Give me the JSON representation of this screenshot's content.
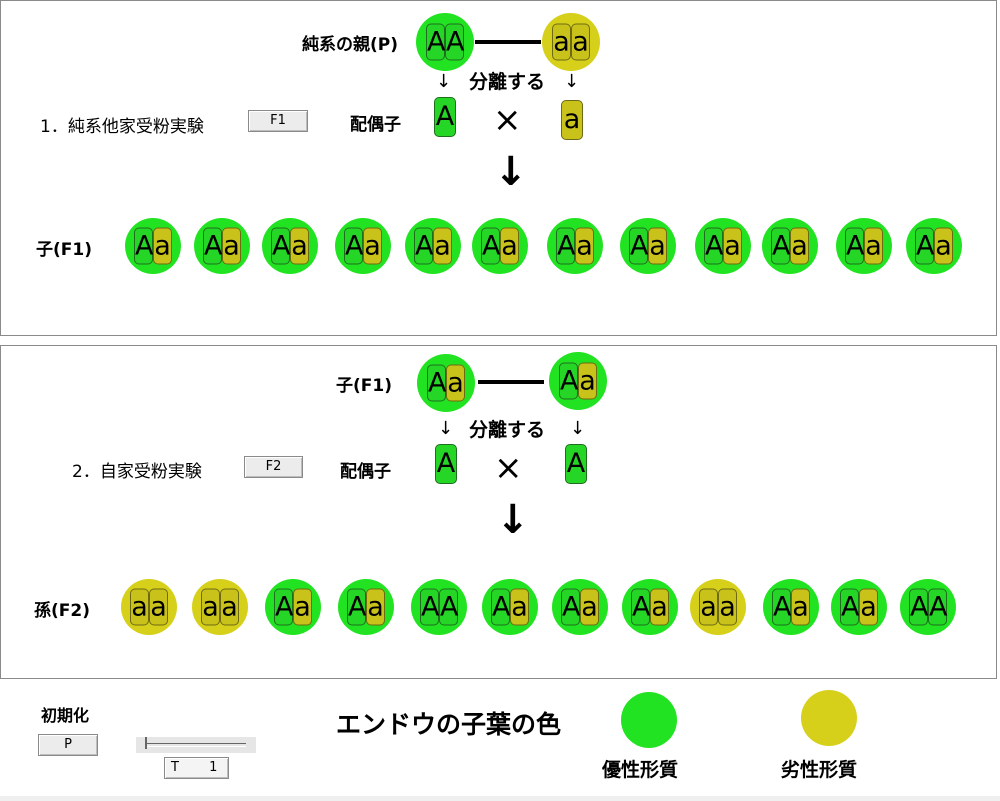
{
  "colors": {
    "dominant": "#22e322",
    "recessive": "#d6d01a"
  },
  "panel1": {
    "parent_label": "純系の親(P)",
    "experiment_label": "1．純系他家受粉実験",
    "button_label": "F1",
    "separate_label": "分離する",
    "gamete_label": "配偶子",
    "offspring_label": "子(F1)",
    "parents": [
      {
        "genotype": [
          "A",
          "A"
        ],
        "phenotype": "dominant"
      },
      {
        "genotype": [
          "a",
          "a"
        ],
        "phenotype": "recessive"
      }
    ],
    "gametes": [
      "A",
      "a"
    ],
    "cross_symbol": "×",
    "offspring": [
      [
        "A",
        "a"
      ],
      [
        "A",
        "a"
      ],
      [
        "A",
        "a"
      ],
      [
        "A",
        "a"
      ],
      [
        "A",
        "a"
      ],
      [
        "A",
        "a"
      ],
      [
        "A",
        "a"
      ],
      [
        "A",
        "a"
      ],
      [
        "A",
        "a"
      ],
      [
        "A",
        "a"
      ],
      [
        "A",
        "a"
      ],
      [
        "A",
        "a"
      ]
    ]
  },
  "panel2": {
    "parent_label": "子(F1)",
    "experiment_label": "2．自家受粉実験",
    "button_label": "F2",
    "separate_label": "分離する",
    "gamete_label": "配偶子",
    "offspring_label": "孫(F2)",
    "parents": [
      {
        "genotype": [
          "A",
          "a"
        ],
        "phenotype": "dominant"
      },
      {
        "genotype": [
          "A",
          "a"
        ],
        "phenotype": "dominant"
      }
    ],
    "gametes": [
      "A",
      "A"
    ],
    "cross_symbol": "×",
    "offspring": [
      [
        "a",
        "a"
      ],
      [
        "a",
        "a"
      ],
      [
        "A",
        "a"
      ],
      [
        "A",
        "a"
      ],
      [
        "A",
        "A"
      ],
      [
        "A",
        "a"
      ],
      [
        "A",
        "a"
      ],
      [
        "A",
        "a"
      ],
      [
        "a",
        "a"
      ],
      [
        "A",
        "a"
      ],
      [
        "A",
        "a"
      ],
      [
        "A",
        "A"
      ]
    ]
  },
  "controls": {
    "reset_label": "初期化",
    "reset_button": "P",
    "counter_prefix": "T",
    "counter_value": "1"
  },
  "legend": {
    "title": "エンドウの子葉の色",
    "dominant_label": "優性形質",
    "recessive_label": "劣性形質"
  },
  "arrows": {
    "small": "↓",
    "big": "↓"
  }
}
